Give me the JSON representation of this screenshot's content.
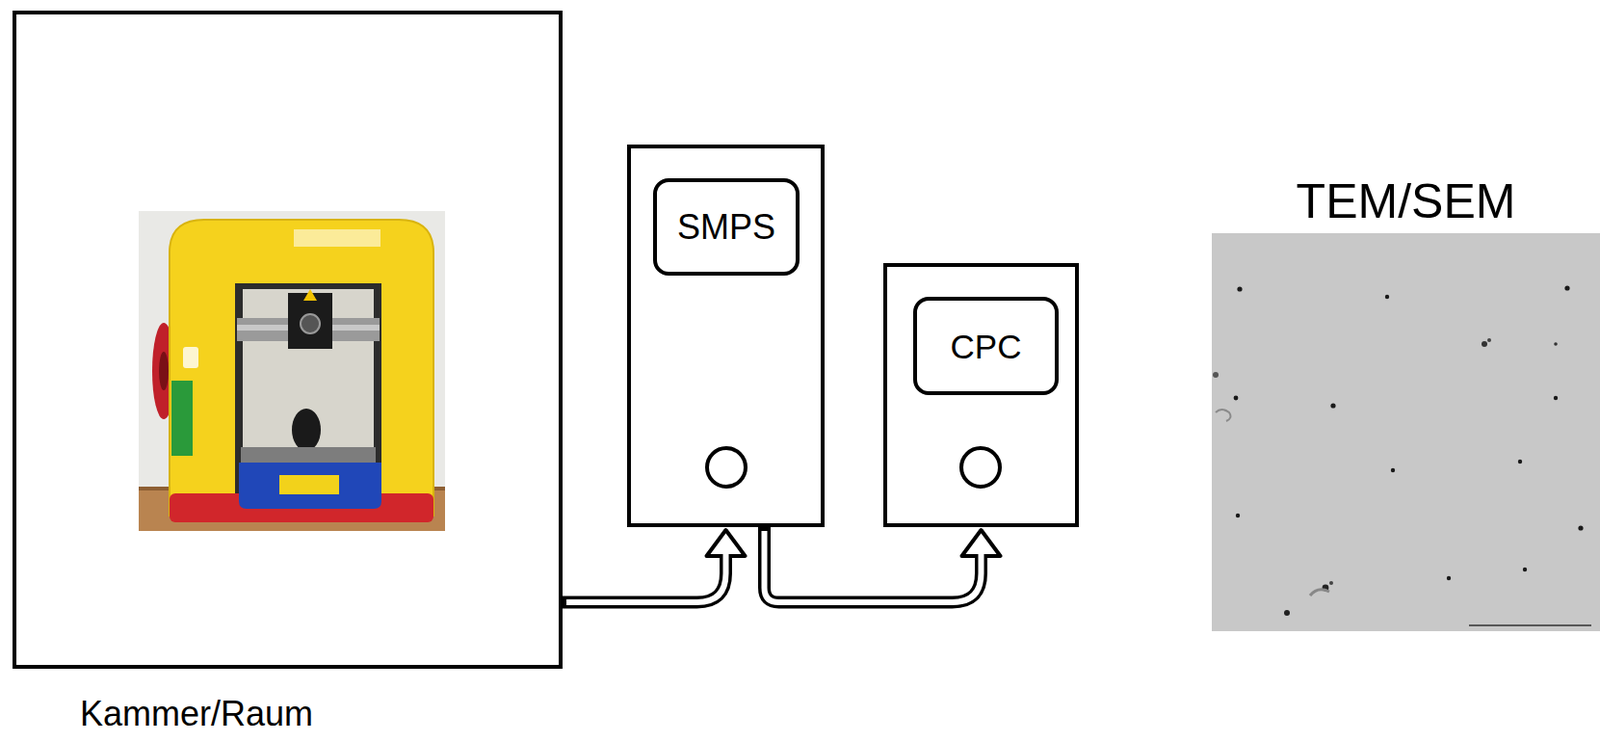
{
  "diagram": {
    "nodes": [
      {
        "text": [
          "Kammer/Raum"
        ]
      },
      {
        "text": [
          "SMPS"
        ]
      },
      {
        "text": [
          "CPC"
        ]
      },
      {
        "text": [
          "TEM/SEM"
        ]
      }
    ],
    "edges": [
      {
        "from": 0,
        "to": 1,
        "arrow": "to"
      },
      {
        "from": 1,
        "to": 2,
        "arrow": "to"
      }
    ]
  }
}
